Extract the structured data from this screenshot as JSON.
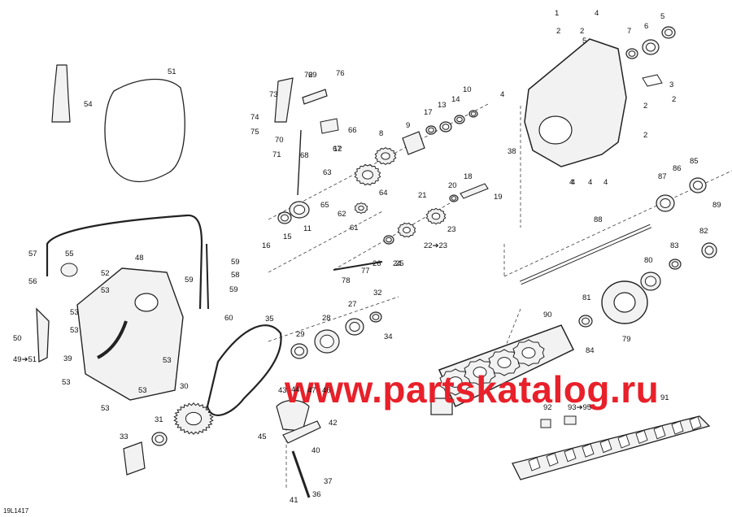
{
  "diagram": {
    "code": "19L1417",
    "watermark": "www.partskatalog.ru",
    "colors": {
      "line": "#222222",
      "watermark": "#e8202a",
      "fill": "#f2f2f2"
    },
    "callouts": [
      "1",
      "2",
      "2",
      "2",
      "2",
      "2",
      "3",
      "4",
      "4",
      "4",
      "4",
      "4",
      "4",
      "5",
      "5",
      "6",
      "7",
      "8",
      "9",
      "10",
      "11",
      "12",
      "13",
      "14",
      "15",
      "16",
      "17",
      "18",
      "19",
      "20",
      "21",
      "22➔23",
      "23",
      "24",
      "25",
      "26",
      "27",
      "28",
      "29",
      "30",
      "31",
      "32",
      "33",
      "34",
      "35",
      "36",
      "37",
      "38",
      "39",
      "40",
      "41",
      "42",
      "43",
      "44",
      "45",
      "46",
      "47",
      "48",
      "49➔51",
      "50",
      "51",
      "52",
      "53",
      "53",
      "53",
      "53",
      "53",
      "53",
      "53",
      "54",
      "55",
      "56",
      "57",
      "58",
      "59",
      "59",
      "59",
      "60",
      "61",
      "62",
      "63",
      "64",
      "65",
      "66",
      "67",
      "68",
      "69",
      "70",
      "71",
      "72",
      "73",
      "74",
      "75",
      "76",
      "77",
      "78",
      "79",
      "80",
      "81",
      "82",
      "83",
      "84",
      "85",
      "86",
      "87",
      "88",
      "89",
      "90",
      "91",
      "92",
      "93➔95",
      "94",
      "95"
    ]
  }
}
